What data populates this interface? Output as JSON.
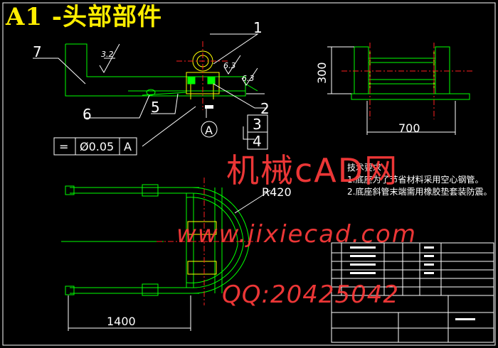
{
  "title": "A1 -头部部件",
  "balloons": [
    "1",
    "2",
    "3",
    "4",
    "5",
    "6",
    "7"
  ],
  "roughness": [
    "3.2",
    "6.3",
    "6.3"
  ],
  "dimensions": {
    "height": "300",
    "width": "700",
    "radius": "R420",
    "length": "1400"
  },
  "tolerance": {
    "symbol": "=",
    "value": "Ø0.05",
    "datum": "A"
  },
  "datum_label": "A",
  "tech_requirements": {
    "heading": "技术要求",
    "items": [
      "1.底座为了节省材料采用空心钢管。",
      "2.底座斜管末端需用橡胶垫套装防震。"
    ]
  },
  "watermark": {
    "line1": "机械cAD网",
    "line2": "www.jixiecad.com",
    "line3": "QQ:20425042"
  },
  "colors": {
    "line": "#00ff00",
    "highlight": "#ffff00",
    "center": "#ff2020",
    "text": "#ffffff",
    "watermark": "#ff3b3b"
  }
}
